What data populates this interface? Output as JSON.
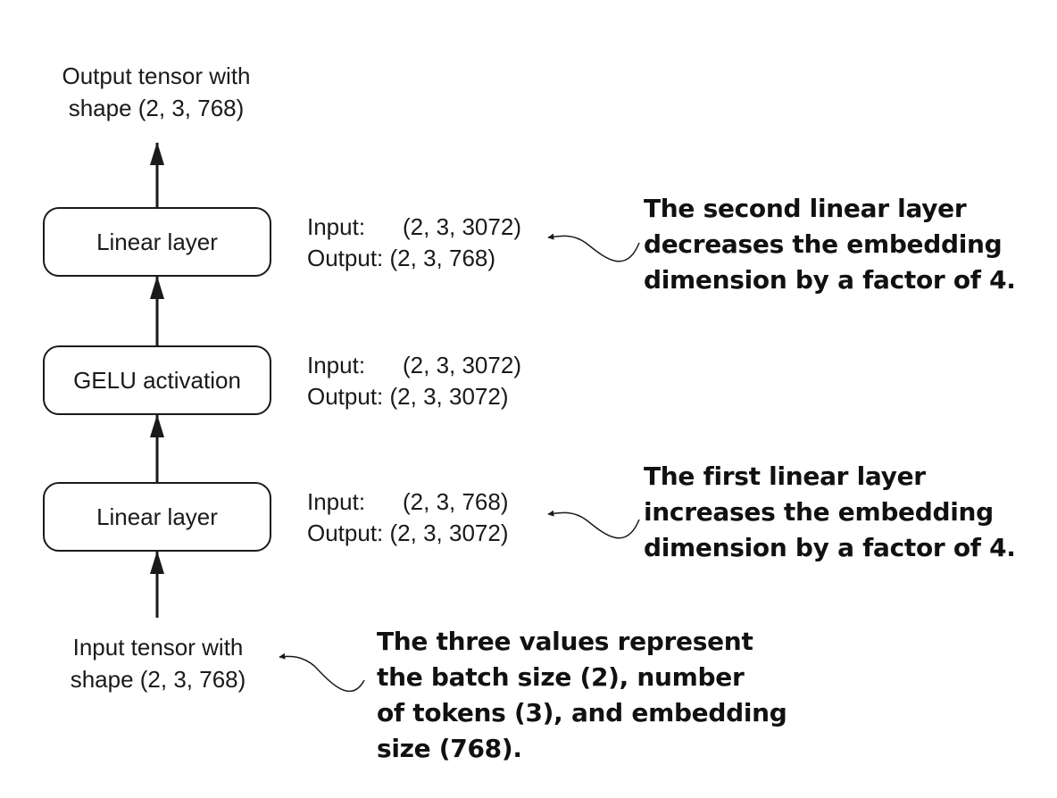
{
  "diagram": {
    "title": "",
    "colors": {
      "stroke": "#1a1a1a",
      "text": "#1a1a1a",
      "background": "#ffffff"
    },
    "output_tensor": {
      "line1": "Output tensor with",
      "line2": "shape (2, 3, 768)"
    },
    "input_tensor": {
      "line1": "Input tensor with",
      "line2": "shape (2, 3, 768)"
    },
    "layers": {
      "linear_top": {
        "label": "Linear layer"
      },
      "gelu": {
        "label": "GELU activation"
      },
      "linear_bottom": {
        "label": "Linear layer"
      }
    },
    "shapes": {
      "linear_top": {
        "input_label": "Input:",
        "input_value": "(2, 3, 3072)",
        "output_label": "Output:",
        "output_value": "(2, 3, 768)"
      },
      "gelu": {
        "input_label": "Input:",
        "input_value": "(2, 3, 3072)",
        "output_label": "Output:",
        "output_value": "(2, 3, 3072)"
      },
      "linear_bottom": {
        "input_label": "Input:",
        "input_value": "(2, 3, 768)",
        "output_label": "Output:",
        "output_value": "(2, 3, 3072)"
      }
    },
    "annotations": {
      "second_linear": {
        "line1": "The second linear layer",
        "line2": "decreases the embedding",
        "line3": "dimension by a factor of 4."
      },
      "first_linear": {
        "line1": "The first linear layer",
        "line2": "increases the embedding",
        "line3": "dimension by a factor of 4."
      },
      "input_values": {
        "line1": "The three values represent",
        "line2": "the batch size (2), number",
        "line3": "of tokens (3), and embedding",
        "line4": "size (768)."
      }
    }
  }
}
